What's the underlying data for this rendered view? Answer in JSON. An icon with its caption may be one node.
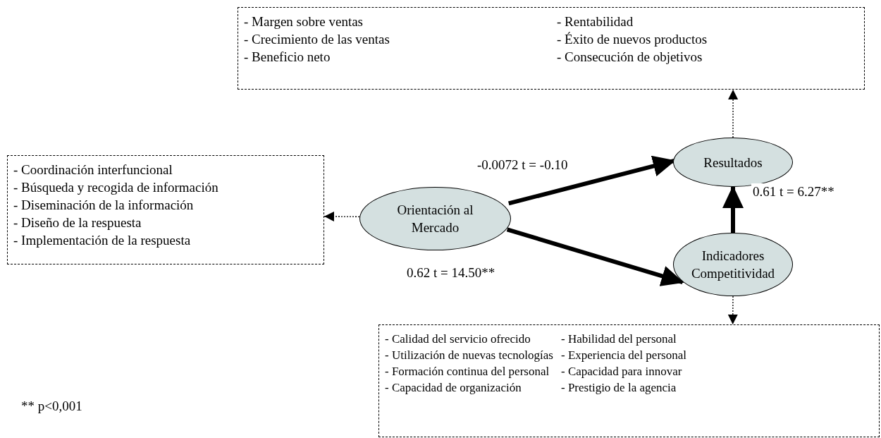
{
  "diagram": {
    "nodes": [
      {
        "text": [
          "- Margen sobre ventas",
          "- Crecimiento de las ventas",
          "- Beneficio neto",
          "- Rentabilidad",
          "- Éxito de nuevos productos",
          "- Consecución de objetivos"
        ]
      },
      {
        "text": [
          "Resultados"
        ]
      },
      {
        "text": [
          "- Coordinación interfuncional",
          "- Búsqueda y recogida de información",
          "- Diseminación de la información",
          "- Diseño de la respuesta",
          "- Implementación de la respuesta"
        ]
      },
      {
        "text": [
          "Orientación al Mercado"
        ]
      },
      {
        "text": [
          "Indicadores Competitividad"
        ]
      },
      {
        "text": [
          "- Calidad del servicio ofrecido",
          "- Utilización de nuevas tecnologías",
          "- Formación continua del personal",
          "- Capacidad de organización",
          "- Habilidad del personal",
          "- Experiencia del personal",
          "- Capacidad para innovar",
          "- Prestigio de la agencia"
        ]
      }
    ],
    "edges": [
      {
        "from": 3,
        "to": 1,
        "arrow": "to",
        "label": "-0.0072 t = -0.10",
        "style": "thick"
      },
      {
        "from": 3,
        "to": 4,
        "arrow": "to",
        "label": "0.62 t = 14.50**",
        "style": "thick"
      },
      {
        "from": 4,
        "to": 1,
        "arrow": "to",
        "label": "0.61 t = 6.27**",
        "style": "thick"
      },
      {
        "from": 1,
        "to": 0,
        "arrow": "to",
        "style": "dashed"
      },
      {
        "from": 3,
        "to": 2,
        "arrow": "to",
        "style": "dashed"
      },
      {
        "from": 4,
        "to": 5,
        "arrow": "to",
        "style": "dashed"
      }
    ],
    "labels": [
      "** p<0,001"
    ]
  }
}
